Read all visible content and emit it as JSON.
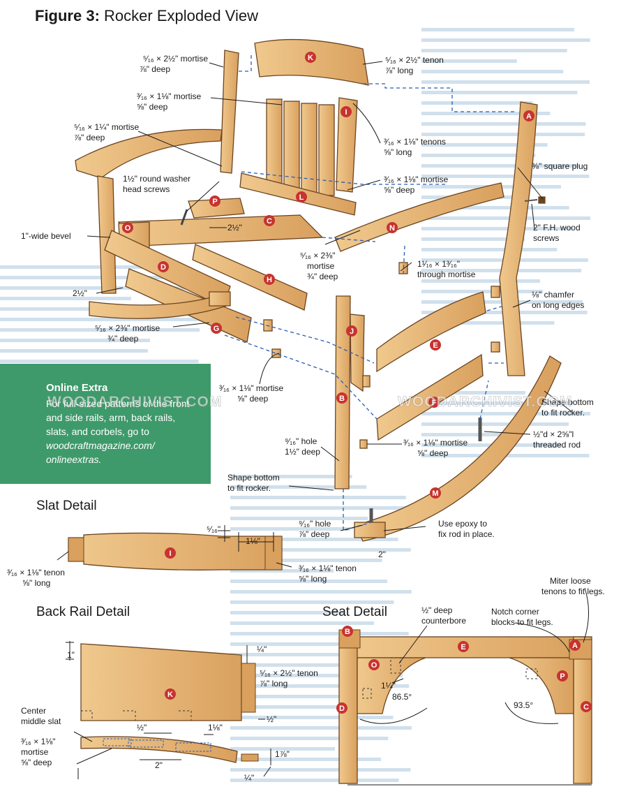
{
  "figure": {
    "label": "Figure 3:",
    "title": "Rocker Exploded View"
  },
  "sections": {
    "slat": "Slat Detail",
    "back_rail": "Back Rail Detail",
    "seat": "Seat Detail"
  },
  "online_extra": {
    "heading": "Online Extra",
    "body": "For full-sized patterns of the front and side rails, arm, back rails, slats, and corbels, go to",
    "url": "woodcraftmagazine.com/ onlineextras."
  },
  "watermark": "WOODARCHIVIST.COM",
  "part_letters": {
    "A": "A",
    "B": "B",
    "C": "C",
    "D": "D",
    "E": "E",
    "F": "F",
    "G": "G",
    "H": "H",
    "I": "I",
    "J": "J",
    "K": "K",
    "L": "L",
    "M": "M",
    "N": "N",
    "O": "O",
    "P": "P"
  },
  "callouts": {
    "c1": [
      "⁵⁄₁₆ × 2½\" mortise",
      "⅞\" deep"
    ],
    "c2": [
      "⁵⁄₁₆ × 2½\" tenon",
      "⅞\" long"
    ],
    "c3": [
      "³⁄₁₆ × 1⅛\" mortise",
      "⅝\" deep"
    ],
    "c4": [
      "⁵⁄₁₆ × 1¼\" mortise",
      "⅞\" deep"
    ],
    "c5": [
      "³⁄₁₆ × 1⅛\" tenons",
      "⅝\" long"
    ],
    "c6": [
      "1½\" round washer",
      "head screws"
    ],
    "c7": [
      "³⁄₁₆ × 1⅛\" mortise",
      "⅝\" deep"
    ],
    "c8": [
      "⅜\" square plug"
    ],
    "c9": [
      "1\"-wide bevel"
    ],
    "c10": [
      "2½\""
    ],
    "c11": [
      "2\" F.H. wood",
      "screws"
    ],
    "c12": [
      "⁵⁄₁₆ × 2⅜\"",
      "mortise",
      "¾\" deep"
    ],
    "c13": [
      "1¹⁄₁₆ × 1³⁄₁₆\"",
      "through mortise"
    ],
    "c14": [
      "2½\""
    ],
    "c15": [
      "⅛\" chamfer",
      "on long edges"
    ],
    "c16": [
      "⁵⁄₁₆ × 2⅜\" mortise",
      "¾\" deep"
    ],
    "c17": [
      "³⁄₁₆ × 1⅛\" mortise",
      "⅝\" deep"
    ],
    "c18": [
      "Shape bottom",
      "to fit rocker."
    ],
    "c19": [
      "⁹⁄₁₆\" hole",
      "1½\" deep"
    ],
    "c20": [
      "½\"d × 2⅝\"l",
      "threaded rod"
    ],
    "c21": [
      "³⁄₁₆ × 1⅛\" mortise",
      "⅝\" deep"
    ],
    "c22": [
      "Shape bottom",
      "to fit rocker."
    ],
    "c23": [
      "⁹⁄₁₆\" hole",
      "⅞\" deep"
    ],
    "c24": [
      "Use epoxy to",
      "fix rod in place."
    ],
    "c25": [
      "2\""
    ]
  },
  "slat_detail": {
    "d1": "⁵⁄₁₆\"",
    "d2": "1⅛\"",
    "t_left": [
      "³⁄₁₆ × 1⅛\" tenon",
      "⅝\" long"
    ],
    "t_right": [
      "³⁄₁₆ × 1⅛\" tenon",
      "⅝\" long"
    ]
  },
  "back_rail_detail": {
    "d1": "1\"",
    "d2": "¼\"",
    "tenon": [
      "⁵⁄₁₆ × 2½\" tenon",
      "⅞\" long"
    ],
    "d3": "½\"",
    "center": [
      "Center",
      "middle slat"
    ],
    "d4": "½\"",
    "d5": "1⅛\"",
    "mortise": [
      "³⁄₁₆ × 1⅛\"",
      "mortise",
      "⅝\" deep"
    ],
    "d6": "2\"",
    "d7": "1⅞\"",
    "d8": "¼\""
  },
  "seat_detail": {
    "counterbore": [
      "½\" deep",
      "counterbore"
    ],
    "miter": [
      "Miter loose",
      "tenons to fit legs."
    ],
    "notch": [
      "Notch corner",
      "blocks to fit legs."
    ],
    "d1": "1¼\"",
    "a1": "86.5°",
    "a2": "93.5°"
  },
  "colors": {
    "wood": "#e5b574",
    "wood_dark": "#c48c48",
    "tag": "#c7332f",
    "blue": "#2a5db0",
    "green": "#3e9a6a"
  }
}
